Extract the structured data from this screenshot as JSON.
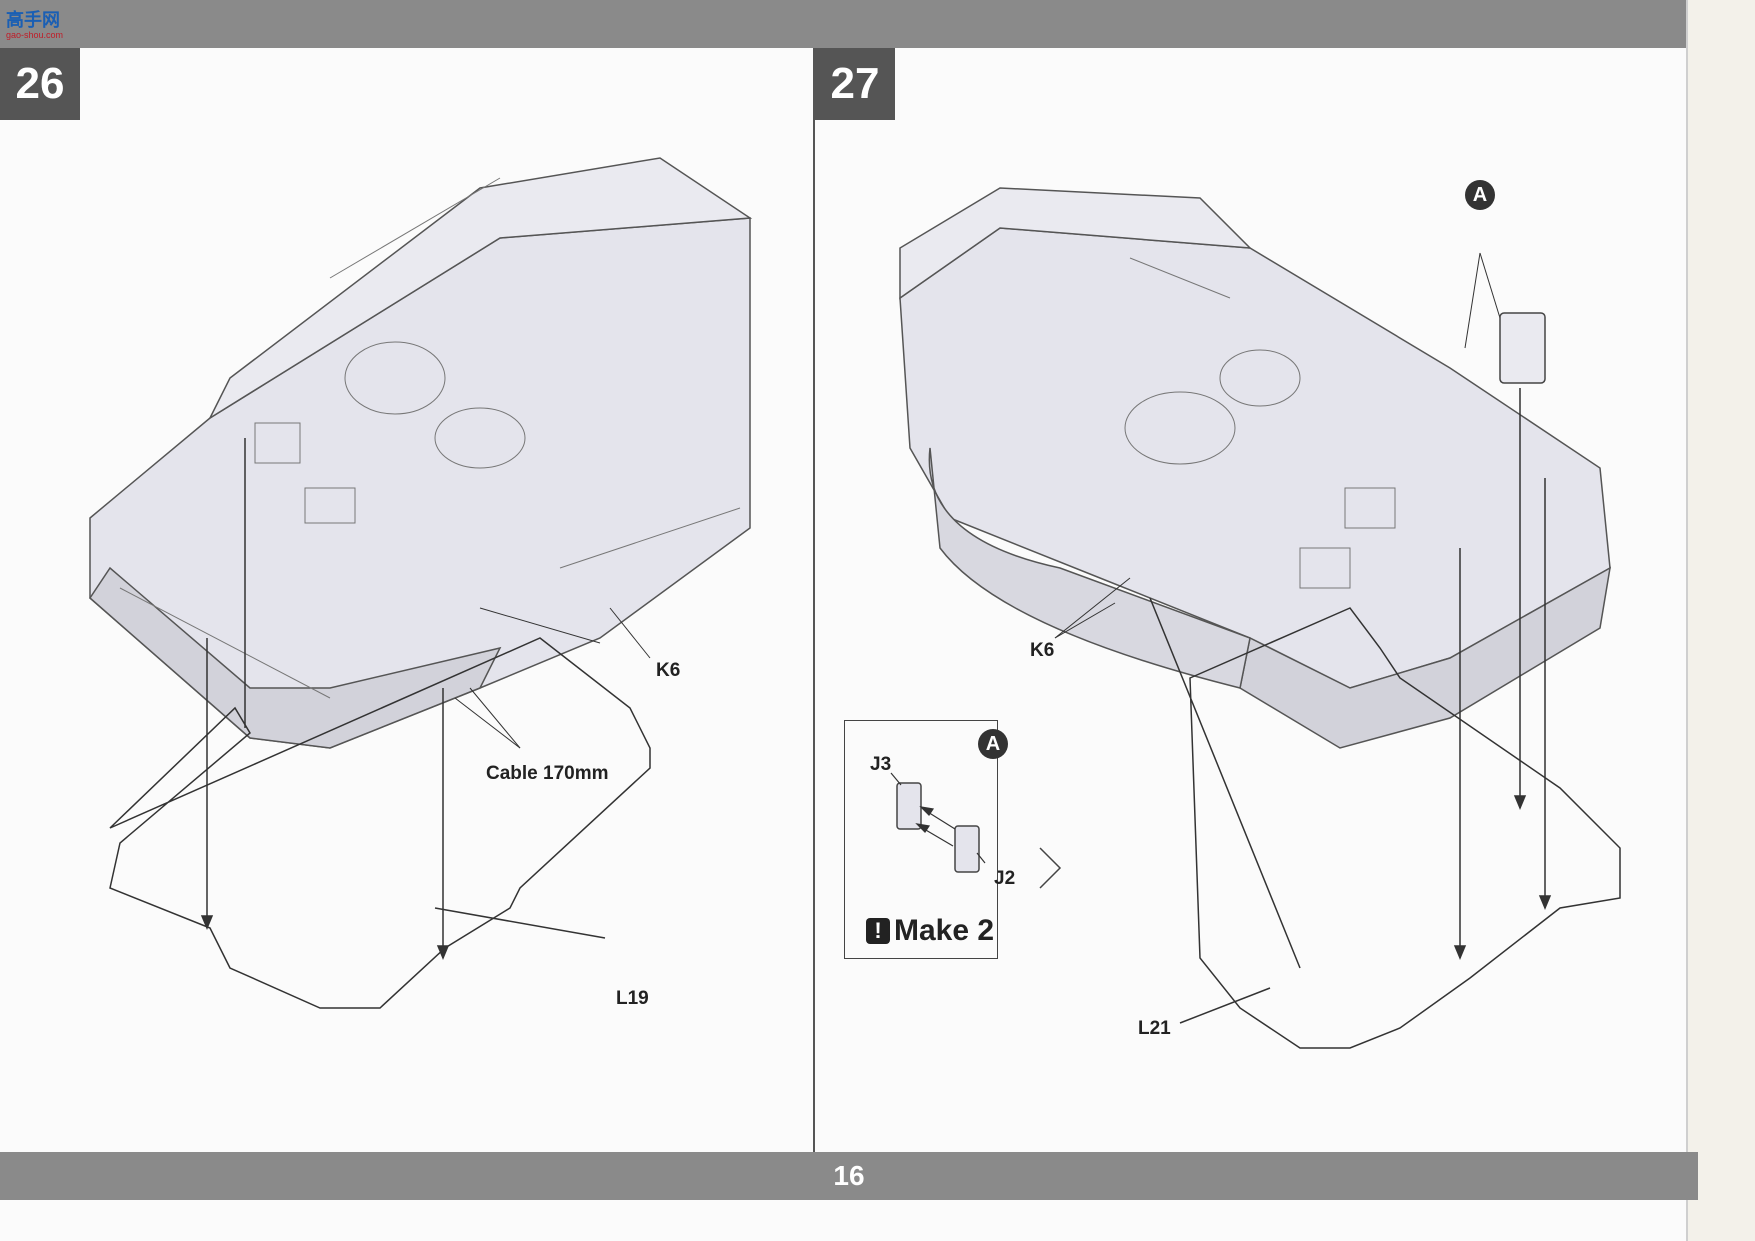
{
  "header": {
    "logo_text": "高手网",
    "logo_sub": "gao-shou.com"
  },
  "steps": [
    {
      "number": "26"
    },
    {
      "number": "27"
    }
  ],
  "labels": {
    "step26": {
      "k6": "K6",
      "cable": "Cable 170mm",
      "l19": "L19"
    },
    "step27": {
      "k6": "K6",
      "l21": "L21",
      "callout_a": "A"
    },
    "inset": {
      "callout_a": "A",
      "j3": "J3",
      "j2": "J2",
      "make": "Make 2",
      "warning_glyph": "!"
    }
  },
  "footer": {
    "page_number": "16"
  }
}
